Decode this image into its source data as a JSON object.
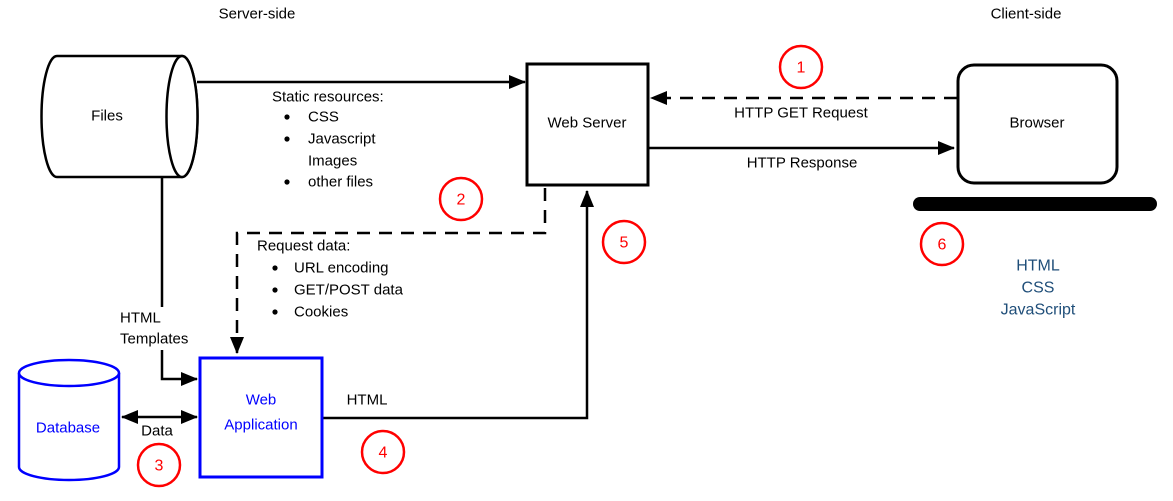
{
  "header": {
    "server_side_label": "Server-side",
    "client_side_label": "Client-side"
  },
  "nodes": {
    "files": {
      "label": "Files"
    },
    "web_server": {
      "label": "Web Server"
    },
    "browser": {
      "label": "Browser"
    },
    "database": {
      "label": "Database"
    },
    "web_application": {
      "label_line1": "Web",
      "label_line2": "Application"
    }
  },
  "edges": {
    "http_get_request_label": "HTTP GET Request",
    "http_response_label": "HTTP Response",
    "html_templates_label_line1": "HTML",
    "html_templates_label_line2": "Templates",
    "data_label": "Data",
    "html_label": "HTML"
  },
  "annotations": {
    "static_resources": {
      "title": "Static resources:",
      "items": [
        "CSS",
        "Javascript",
        "Images",
        "other files"
      ]
    },
    "request_data": {
      "title": "Request data:",
      "items": [
        "URL encoding",
        "GET/POST data",
        "Cookies"
      ]
    },
    "client_tech": [
      "HTML",
      "CSS",
      "JavaScript"
    ]
  },
  "steps": [
    "1",
    "2",
    "3",
    "4",
    "5",
    "6"
  ],
  "colors": {
    "line_black": "#000000",
    "accent_red": "#ff0000",
    "component_blue": "#0000ff",
    "tech_blue": "#1f4e79",
    "bg_white": "#ffffff"
  }
}
